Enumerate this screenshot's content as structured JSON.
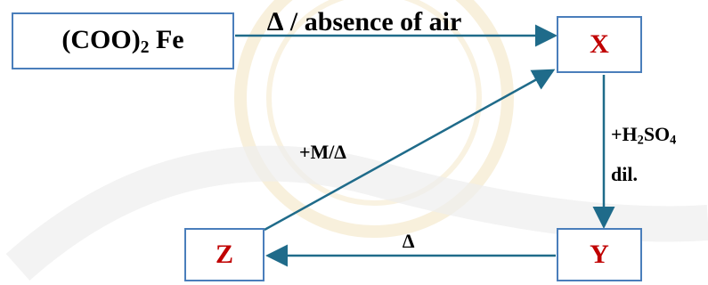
{
  "colors": {
    "box_border": "#4a7ebb",
    "arrow": "#1f6b8a",
    "product_text": "#c00000",
    "reactant_text": "#000000",
    "watermark": "#f3e6c4"
  },
  "reactant": {
    "prefix": "(COO)",
    "subscript": "2",
    "suffix": " Fe"
  },
  "products": {
    "x": "X",
    "y": "Y",
    "z": "Z"
  },
  "conditions": {
    "top": "∆ / absence of air",
    "z_to_x": "+M/∆",
    "x_to_y_line1_prefix": "+H",
    "x_to_y_line1_sub1": "2",
    "x_to_y_line1_mid": "SO",
    "x_to_y_line1_sub2": "4",
    "x_to_y_line2": "dil.",
    "y_to_z": "∆"
  }
}
